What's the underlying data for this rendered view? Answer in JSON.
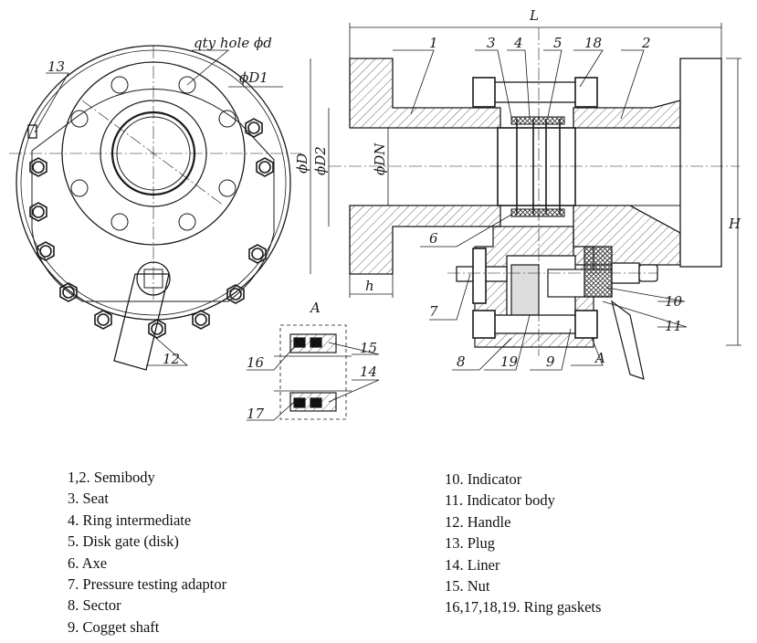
{
  "callouts": {
    "c1": "1",
    "c2": "2",
    "c3": "3",
    "c4": "4",
    "c5": "5",
    "c6": "6",
    "c7": "7",
    "c8": "8",
    "c9": "9",
    "c10": "10",
    "c11": "11",
    "c12": "12",
    "c13": "13",
    "c14": "14",
    "c15": "15",
    "c16": "16",
    "c17": "17",
    "c18": "18",
    "c19": "19"
  },
  "dimensions": {
    "L": "L",
    "H": "H",
    "h": "h",
    "qty_hole": "qty hole ϕd",
    "D1": "ϕD1",
    "D": "ϕD",
    "D2": "ϕD2",
    "DN": "ϕDN",
    "detail_a": "A",
    "detail_ref": "A"
  },
  "legend": {
    "left": [
      "1,2. Semibody",
      "3. Seat",
      "4. Ring intermediate",
      "5. Disk gate (disk)",
      "6. Axe",
      "7. Pressure testing adaptor",
      "8. Sector",
      "9. Cogget shaft"
    ],
    "right": [
      "10. Indicator",
      "11. Indicator body",
      "12. Handle",
      "13. Plug",
      "14. Liner",
      "15. Nut",
      "16,17,18,19. Ring gaskets"
    ]
  },
  "colors": {
    "ink": "#1a1a1a",
    "hatch": "#555555",
    "background": "#ffffff"
  }
}
